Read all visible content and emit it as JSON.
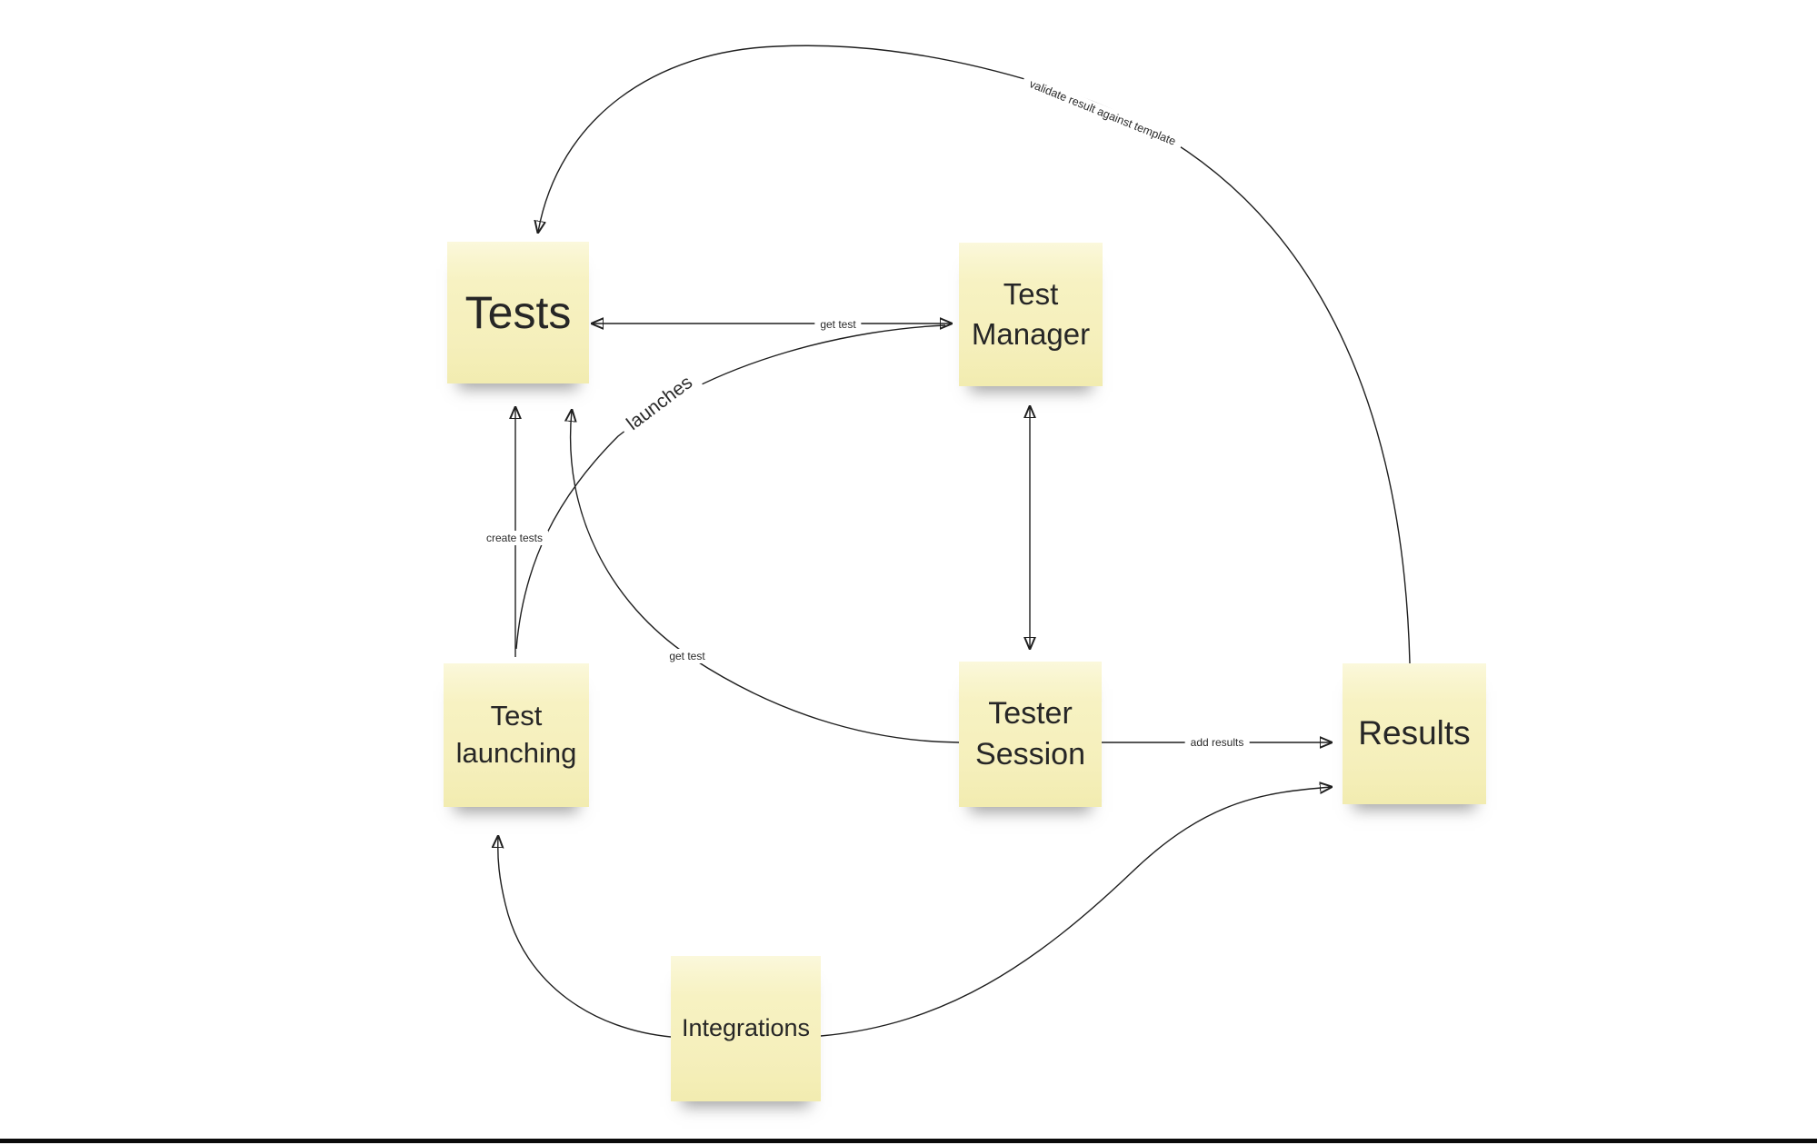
{
  "notes": {
    "tests": {
      "label": "Tests"
    },
    "test_manager": {
      "label": "Test Manager"
    },
    "test_launching": {
      "label": "Test launching"
    },
    "tester_session": {
      "label": "Tester Session"
    },
    "results": {
      "label": "Results"
    },
    "integrations": {
      "label": "Integrations"
    }
  },
  "edges": {
    "get_test_manager": {
      "label": "get test",
      "from": "Tests",
      "to": "Test Manager",
      "arrows": "both"
    },
    "launches": {
      "label": "launches",
      "from": "Test launching",
      "to": "Test Manager",
      "arrows": "end"
    },
    "create_tests": {
      "label": "create tests",
      "from": "Test launching",
      "to": "Tests",
      "arrows": "end"
    },
    "get_test_session": {
      "label": "get test",
      "from": "Tester Session",
      "to": "Tests",
      "arrows": "end"
    },
    "manager_session": {
      "label": "",
      "from": "Test Manager",
      "to": "Tester Session",
      "arrows": "both"
    },
    "add_results": {
      "label": "add results",
      "from": "Tester Session",
      "to": "Results",
      "arrows": "end"
    },
    "validate_result": {
      "label": "validate result against template",
      "from": "Results",
      "to": "Tests",
      "arrows": "end"
    },
    "integrations_launching": {
      "label": "",
      "from": "Integrations",
      "to": "Test launching",
      "arrows": "end"
    },
    "integrations_results": {
      "label": "",
      "from": "Integrations",
      "to": "Results",
      "arrows": "end"
    }
  },
  "colors": {
    "canvas_bg": "#ffffff",
    "note_fill": "#f7f2c2",
    "note_fill_light": "#fbf8dc",
    "line": "#1f1f1f",
    "text": "#262626",
    "bottom_bar": "#0b0b0b"
  }
}
